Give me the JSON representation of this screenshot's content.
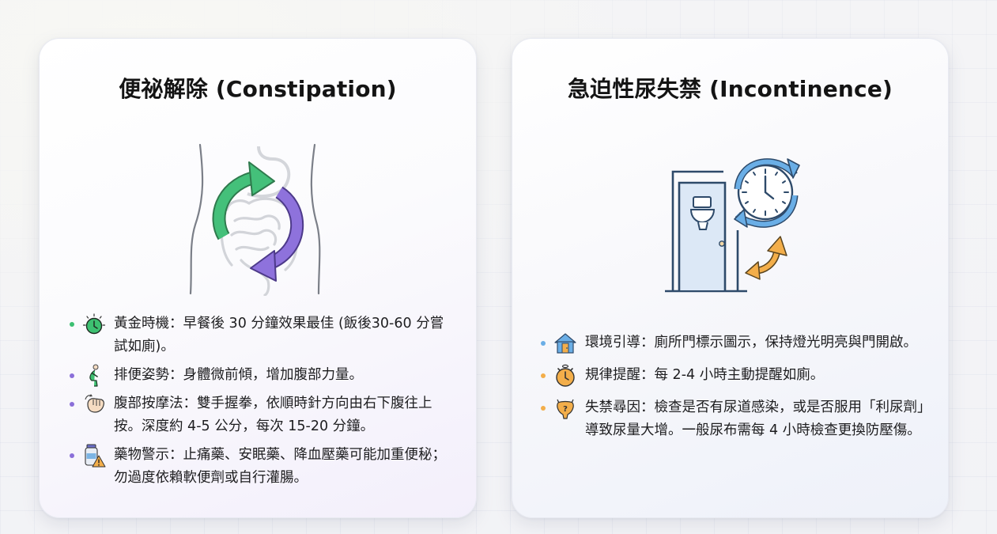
{
  "theme": {
    "green": "#3cbf72",
    "purple": "#8b6fd9",
    "blue": "#6aaee6",
    "orange": "#f3ae4a",
    "title_color": "#141414",
    "text_color": "#1d1d1f"
  },
  "cards": [
    {
      "title": "便祕解除 (Constipation)",
      "illustration": "abdomen-with-clockwise-arrows",
      "bullets": [
        {
          "dot_color": "#3cbf72",
          "icon": "clock-icon",
          "text": "黃金時機：早餐後 30 分鐘效果最佳 (飯後30-60 分嘗試如廁)。"
        },
        {
          "dot_color": "#8b6fd9",
          "icon": "squatting-person-icon",
          "text": "排便姿勢：身體微前傾，增加腹部力量。"
        },
        {
          "dot_color": "#8b6fd9",
          "icon": "fist-massage-icon",
          "text": "腹部按摩法：雙手握拳，依順時針方向由右下腹往上按。深度約 4-5 公分，每次 15-20 分鐘。"
        },
        {
          "dot_color": "#8b6fd9",
          "icon": "medicine-warning-icon",
          "text": "藥物警示：止痛藥、安眠藥、降血壓藥可能加重便秘；勿過度依賴軟便劑或自行灌腸。"
        }
      ]
    },
    {
      "title": "急迫性尿失禁 (Incontinence)",
      "illustration": "toilet-door-with-clock",
      "bullets": [
        {
          "dot_color": "#6aaee6",
          "icon": "house-door-icon",
          "text": "環境引導：廁所門標示圖示，保持燈光明亮與門開啟。"
        },
        {
          "dot_color": "#f3ae4a",
          "icon": "stopwatch-icon",
          "text": "規律提醒：每 2-4 小時主動提醒如廁。"
        },
        {
          "dot_color": "#f3ae4a",
          "icon": "bladder-question-icon",
          "text": "失禁尋因：檢查是否有尿道感染，或是否服用「利尿劑」導致尿量大增。一般尿布需每 4 小時檢查更換防壓傷。"
        }
      ]
    }
  ]
}
